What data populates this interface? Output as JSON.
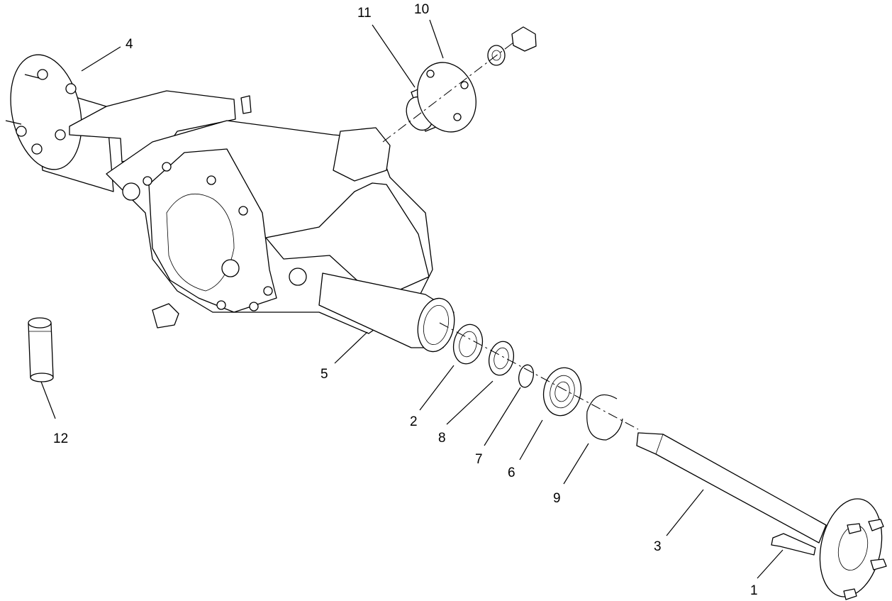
{
  "callouts": {
    "p1": "1",
    "p2": "2",
    "p3": "3",
    "p4": "4",
    "p5": "5",
    "p6": "6",
    "p7": "7",
    "p8": "8",
    "p9": "9",
    "p10": "10",
    "p11": "11",
    "p12": "12"
  }
}
